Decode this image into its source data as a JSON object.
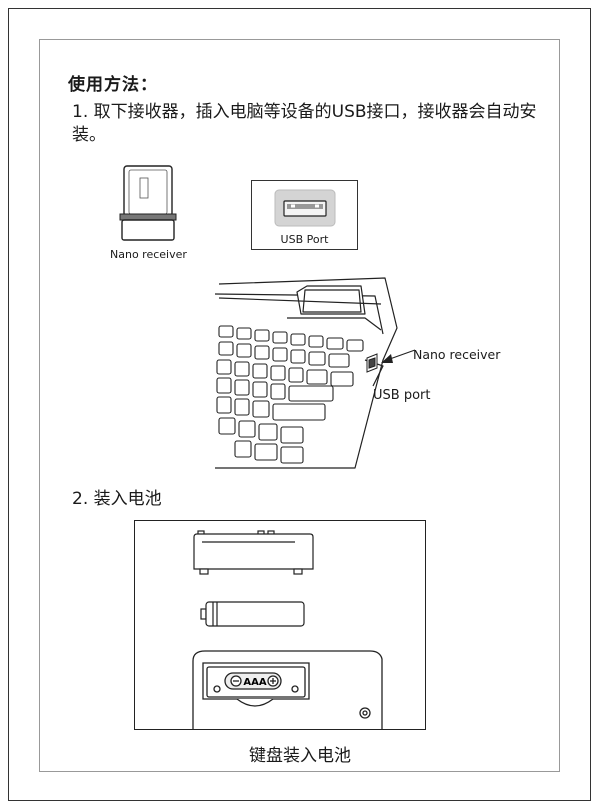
{
  "usage_title": "使用方法：",
  "step1": {
    "text": "1. 取下接收器，插入电脑等设备的USB接口，接收器会自动安装。"
  },
  "nano_receiver_caption": "Nano receiver",
  "usb_port_caption": "USB Port",
  "laptop_labels": {
    "nano_receiver": "Nano receiver",
    "usb_port": "USB port"
  },
  "step2": {
    "text": "2. 装入电池"
  },
  "battery_label": "AAA",
  "battery_caption": "键盘装入电池"
}
